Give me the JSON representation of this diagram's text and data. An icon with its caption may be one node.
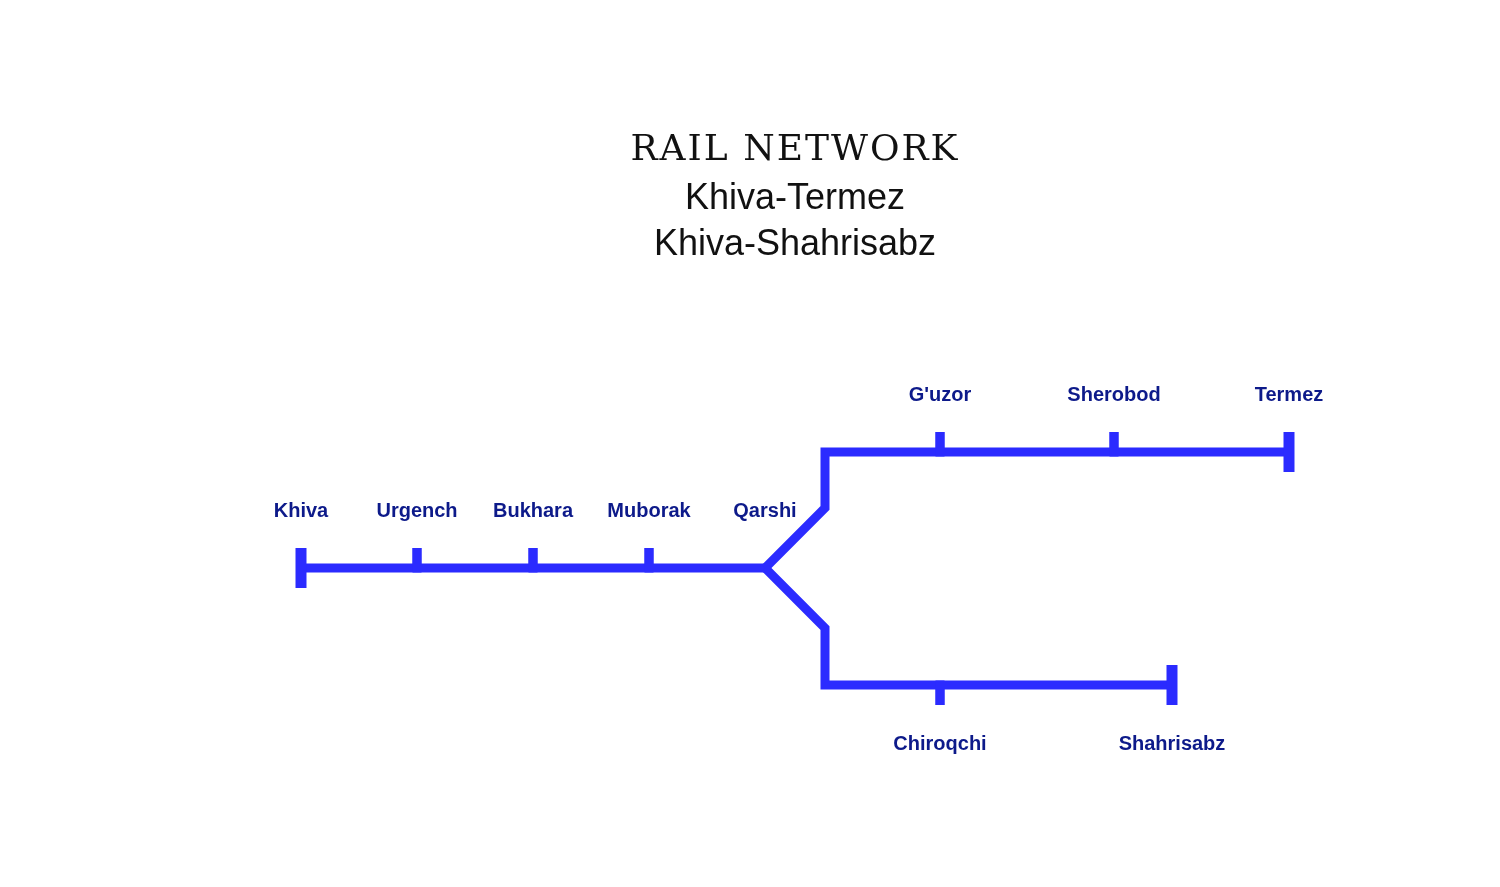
{
  "diagram": {
    "title": "RAIL NETWORK",
    "nodes": [
      {
        "text": [
          "Khiva"
        ]
      },
      {
        "text": [
          "Urgench"
        ]
      },
      {
        "text": [
          "Bukhara"
        ]
      },
      {
        "text": [
          "Muborak"
        ]
      },
      {
        "text": [
          "Qarshi"
        ]
      },
      {
        "text": [
          "G'uzor"
        ]
      },
      {
        "text": [
          "Sherobod"
        ]
      },
      {
        "text": [
          "Termez"
        ]
      },
      {
        "text": [
          "Chiroqchi"
        ]
      },
      {
        "text": [
          "Shahrisabz"
        ]
      }
    ],
    "edges": [
      {
        "from": 0,
        "to": 1,
        "arrow": "none"
      },
      {
        "from": 1,
        "to": 2,
        "arrow": "none"
      },
      {
        "from": 2,
        "to": 3,
        "arrow": "none"
      },
      {
        "from": 3,
        "to": 4,
        "arrow": "none"
      },
      {
        "from": 4,
        "to": 5,
        "arrow": "none"
      },
      {
        "from": 5,
        "to": 6,
        "arrow": "none"
      },
      {
        "from": 6,
        "to": 7,
        "arrow": "none"
      },
      {
        "from": 4,
        "to": 8,
        "arrow": "none"
      },
      {
        "from": 8,
        "to": 9,
        "arrow": "none"
      }
    ],
    "labels": [
      "Khiva-Termez",
      "Khiva-Shahrisabz"
    ]
  }
}
